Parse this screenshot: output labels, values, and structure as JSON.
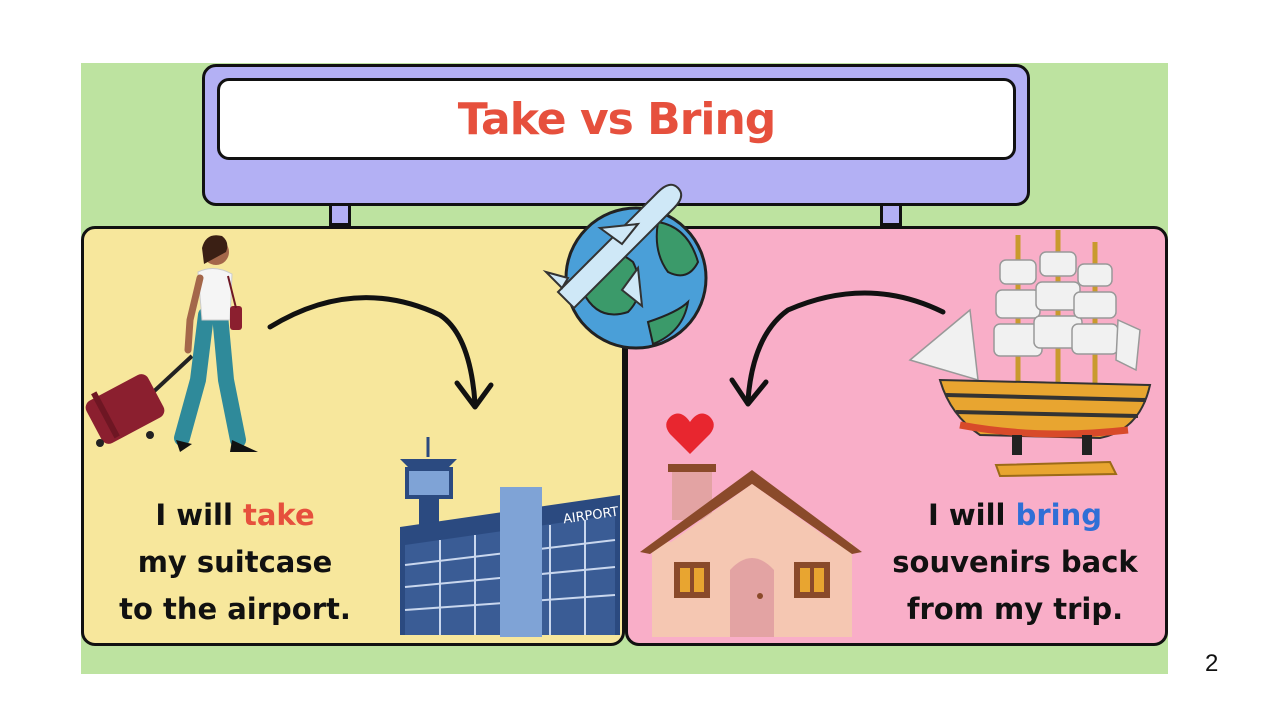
{
  "title": "Take vs Bring",
  "left_panel": {
    "line1_prefix": "I will ",
    "highlight": "take",
    "line2": "my suitcase",
    "line3": "to the airport.",
    "airport_sign": "AIRPORT",
    "highlight_color": "#e6503d"
  },
  "right_panel": {
    "line1_prefix": "I will ",
    "highlight": "bring",
    "line2": "souvenirs back",
    "line3": "from my trip.",
    "highlight_color": "#2f6fd6"
  },
  "page_number": "2",
  "colors": {
    "background": "#bde3a0",
    "sign": "#b3b0f4",
    "left_panel": "#f7e79c",
    "right_panel": "#f9aec8",
    "title": "#e6503d"
  },
  "icons": [
    "plane-globe-icon",
    "traveler-with-suitcase",
    "airport-building",
    "house-icon",
    "heart-icon",
    "sailing-ship-icon",
    "curved-arrow-icon"
  ]
}
